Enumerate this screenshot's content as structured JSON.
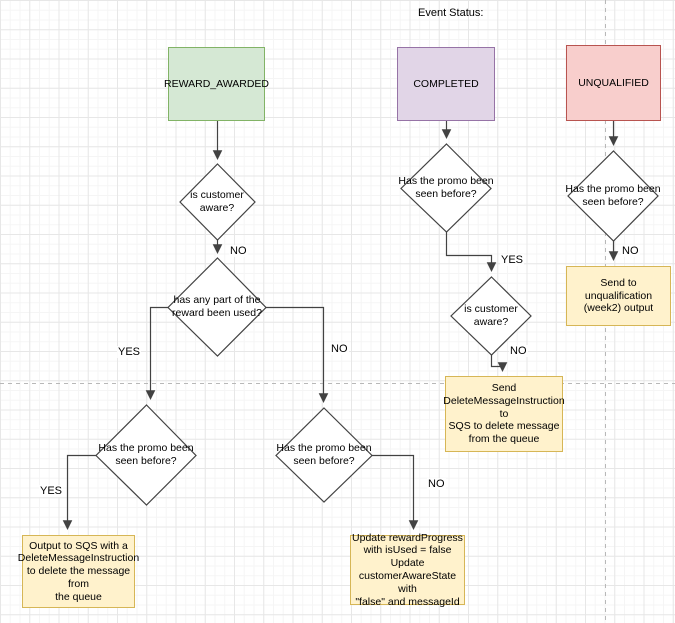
{
  "title": "Event Status:",
  "colors": {
    "reward_awarded_fill": "#d5e8d4",
    "reward_awarded_border": "#82b366",
    "completed_fill": "#e1d5e7",
    "completed_border": "#9673a6",
    "unqualified_fill": "#f8cecc",
    "unqualified_border": "#b85450",
    "output_fill": "#fff2cc",
    "output_border": "#d6b656",
    "line": "#424242",
    "page_boundary": "#b8b8b8"
  },
  "status_nodes": {
    "reward_awarded": {
      "label": "REWARD_AWARDED"
    },
    "completed": {
      "label": "COMPLETED"
    },
    "unqualified": {
      "label": "UNQUALIFIED"
    }
  },
  "decisions": {
    "d1": {
      "label": "is customer\naware?"
    },
    "d2": {
      "label": "has any part of the\nreward been used?"
    },
    "d3": {
      "label": "Has the promo been\nseen before?"
    },
    "d4": {
      "label": "Has the promo been\nseen before?"
    },
    "d5": {
      "label": "Has the promo been\nseen before?"
    },
    "d6": {
      "label": "is customer\naware?"
    },
    "d7": {
      "label": "Has the promo been\nseen before?"
    }
  },
  "outputs": {
    "out1": {
      "label": "Output to SQS with a\nDeleteMessageInstruction\nto delete the message from\nthe queue"
    },
    "out2": {
      "label": "Update rewardProgress\nwith isUsed = false\nUpdate\ncustomerAwareState with\n\"false\" and messageId"
    },
    "out3": {
      "label": "Send\nDeleteMessageInstruction to\nSQS to delete message\nfrom the queue"
    },
    "out4": {
      "label": "Send to unqualification\n(week2) output"
    }
  },
  "edge_labels": {
    "d1_no": "NO",
    "d2_yes": "YES",
    "d2_no": "NO",
    "d3_yes": "YES",
    "d4_no": "NO",
    "d5_yes": "YES",
    "d6_no": "NO",
    "d7_no": "NO"
  }
}
